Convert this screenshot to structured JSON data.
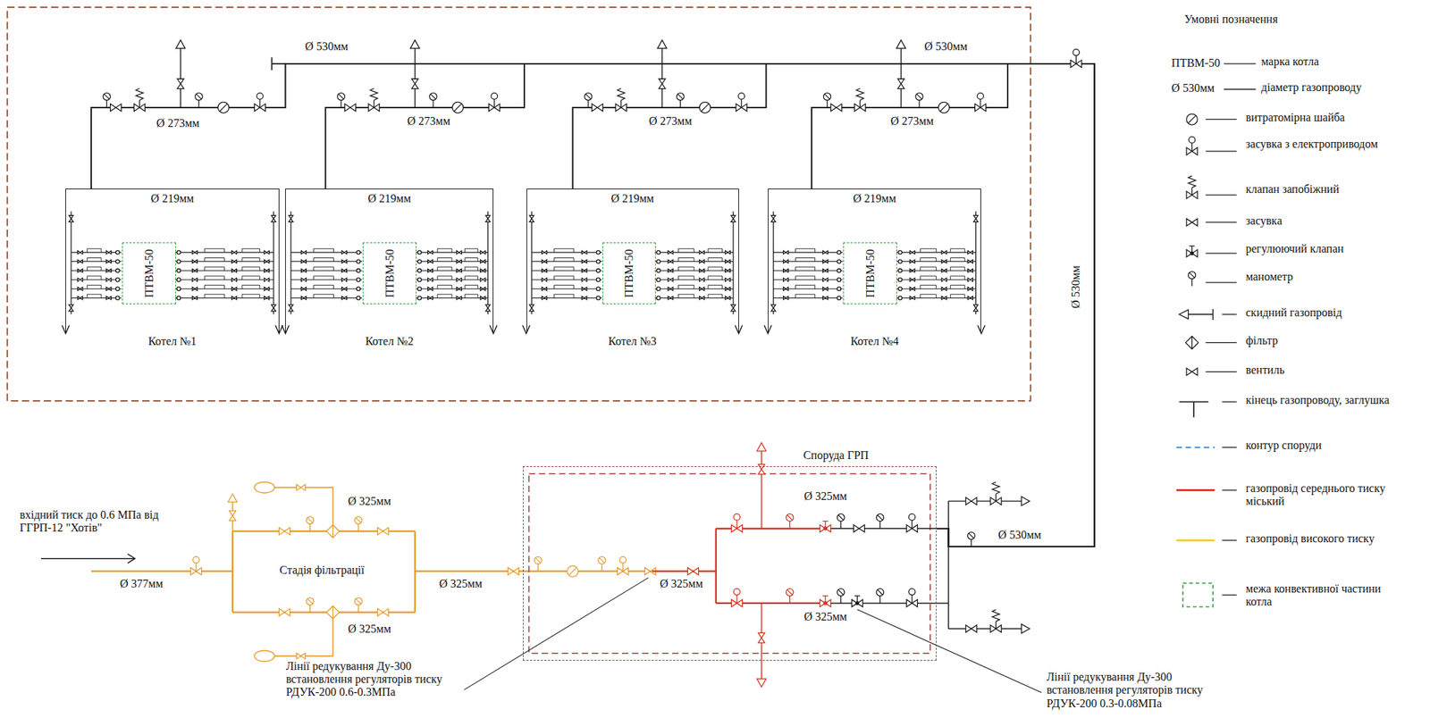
{
  "diagram": {
    "nodes": [
      {
        "text": [
          "Ø 219мм",
          "Котел №1"
        ]
      },
      {
        "text": [
          "ПТВМ-50"
        ],
        "in": 0
      },
      {
        "text": [
          "Ø 219мм",
          "Котел №2"
        ]
      },
      {
        "text": [
          "ПТВМ-50"
        ],
        "in": 2
      },
      {
        "text": [
          "Ø 219мм",
          "Котел №3"
        ]
      },
      {
        "text": [
          "ПТВМ-50"
        ],
        "in": 4
      },
      {
        "text": [
          "Ø 219мм",
          "Котел №4"
        ]
      },
      {
        "text": [
          "ПТВМ-50"
        ],
        "in": 6
      },
      {
        "text": [
          "Споруда ГРП"
        ]
      }
    ],
    "edges": [
      {
        "from": 8,
        "to": 0,
        "arrow": "none"
      },
      {
        "from": 8,
        "to": 2,
        "arrow": "none"
      },
      {
        "from": 8,
        "to": 4,
        "arrow": "none"
      },
      {
        "from": 8,
        "to": 6,
        "arrow": "none"
      }
    ],
    "labels": [
      "Ø 530мм",
      "Ø 530мм",
      "Умовні позначення",
      "ПТВМ-50",
      "Ø 530мм",
      "Ø 273мм",
      "Ø 273мм",
      "Ø 273мм",
      "Ø 273мм",
      "Ø 530мм",
      "вхідний тиск до 0.6 МПа від ГГРП-12 \"Хотів\"",
      "Ø 325мм",
      "Стадія фільтрації",
      "Ø 377мм",
      "Ø 325мм",
      "Ø 325мм",
      "Ø 325мм",
      "Ø 530мм",
      "Ø 325мм",
      "Ø 325мм",
      "Лінії редукування Ду-300 встановлення регуляторів тиску РДУК-200 0.6-0.3МПа",
      "Лінії редукування Ду-300 встановлення регуляторів тиску РДУК-200 0.3-0.08МПа"
    ],
    "legend": [
      {
        "text": "марка котла"
      },
      {
        "text": "діаметр газопроводу"
      },
      {
        "text": "витратомірна шайба"
      },
      {
        "text": "засувка з електроприводом"
      },
      {
        "text": "клапан запобіжний"
      },
      {
        "text": "засувка"
      },
      {
        "text": "регулюючий клапан"
      },
      {
        "text": "манометр"
      },
      {
        "text": "скидний газопровід"
      },
      {
        "text": "фільтр"
      },
      {
        "text": "вентиль"
      },
      {
        "text": "кінець газопроводу, заглушка"
      },
      {
        "text": "контур споруди"
      },
      {
        "text": "газопровід середнього тиску міський"
      },
      {
        "text": "газопровід високого тиску"
      },
      {
        "text": "межа конвективної частини котла"
      }
    ]
  }
}
